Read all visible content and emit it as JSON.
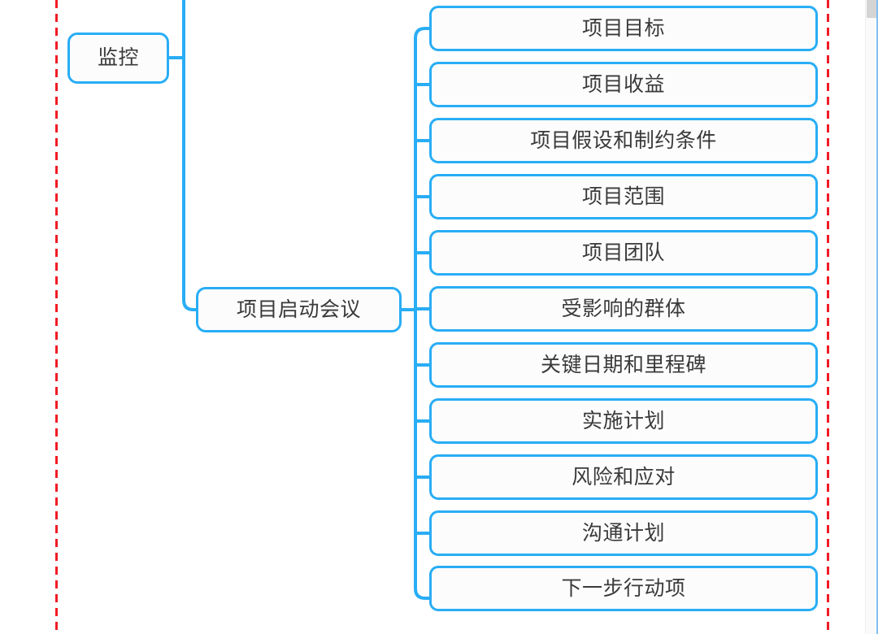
{
  "app": {
    "background_color": "#ffffff",
    "node_border_color": "#29aef5",
    "node_fill_color": "#fcfcfc",
    "node_text_color": "#3a3a3a",
    "connector_color": "#29aef5",
    "guide_color": "#f01b24"
  },
  "mindmap": {
    "level1": {
      "label": "监控"
    },
    "level2": {
      "label": "项目启动会议"
    },
    "children": [
      {
        "label": "项目目标"
      },
      {
        "label": "项目收益"
      },
      {
        "label": "项目假设和制约条件"
      },
      {
        "label": "项目范围"
      },
      {
        "label": "项目团队"
      },
      {
        "label": "受影响的群体"
      },
      {
        "label": "关键日期和里程碑"
      },
      {
        "label": "实施计划"
      },
      {
        "label": "风险和应对"
      },
      {
        "label": "沟通计划"
      },
      {
        "label": "下一步行动项"
      }
    ]
  },
  "guides": {
    "left_rule": "page-boundary-left",
    "right_rule": "page-boundary-right"
  },
  "scrollbar": {
    "orientation": "vertical",
    "thumb_position": "top"
  }
}
